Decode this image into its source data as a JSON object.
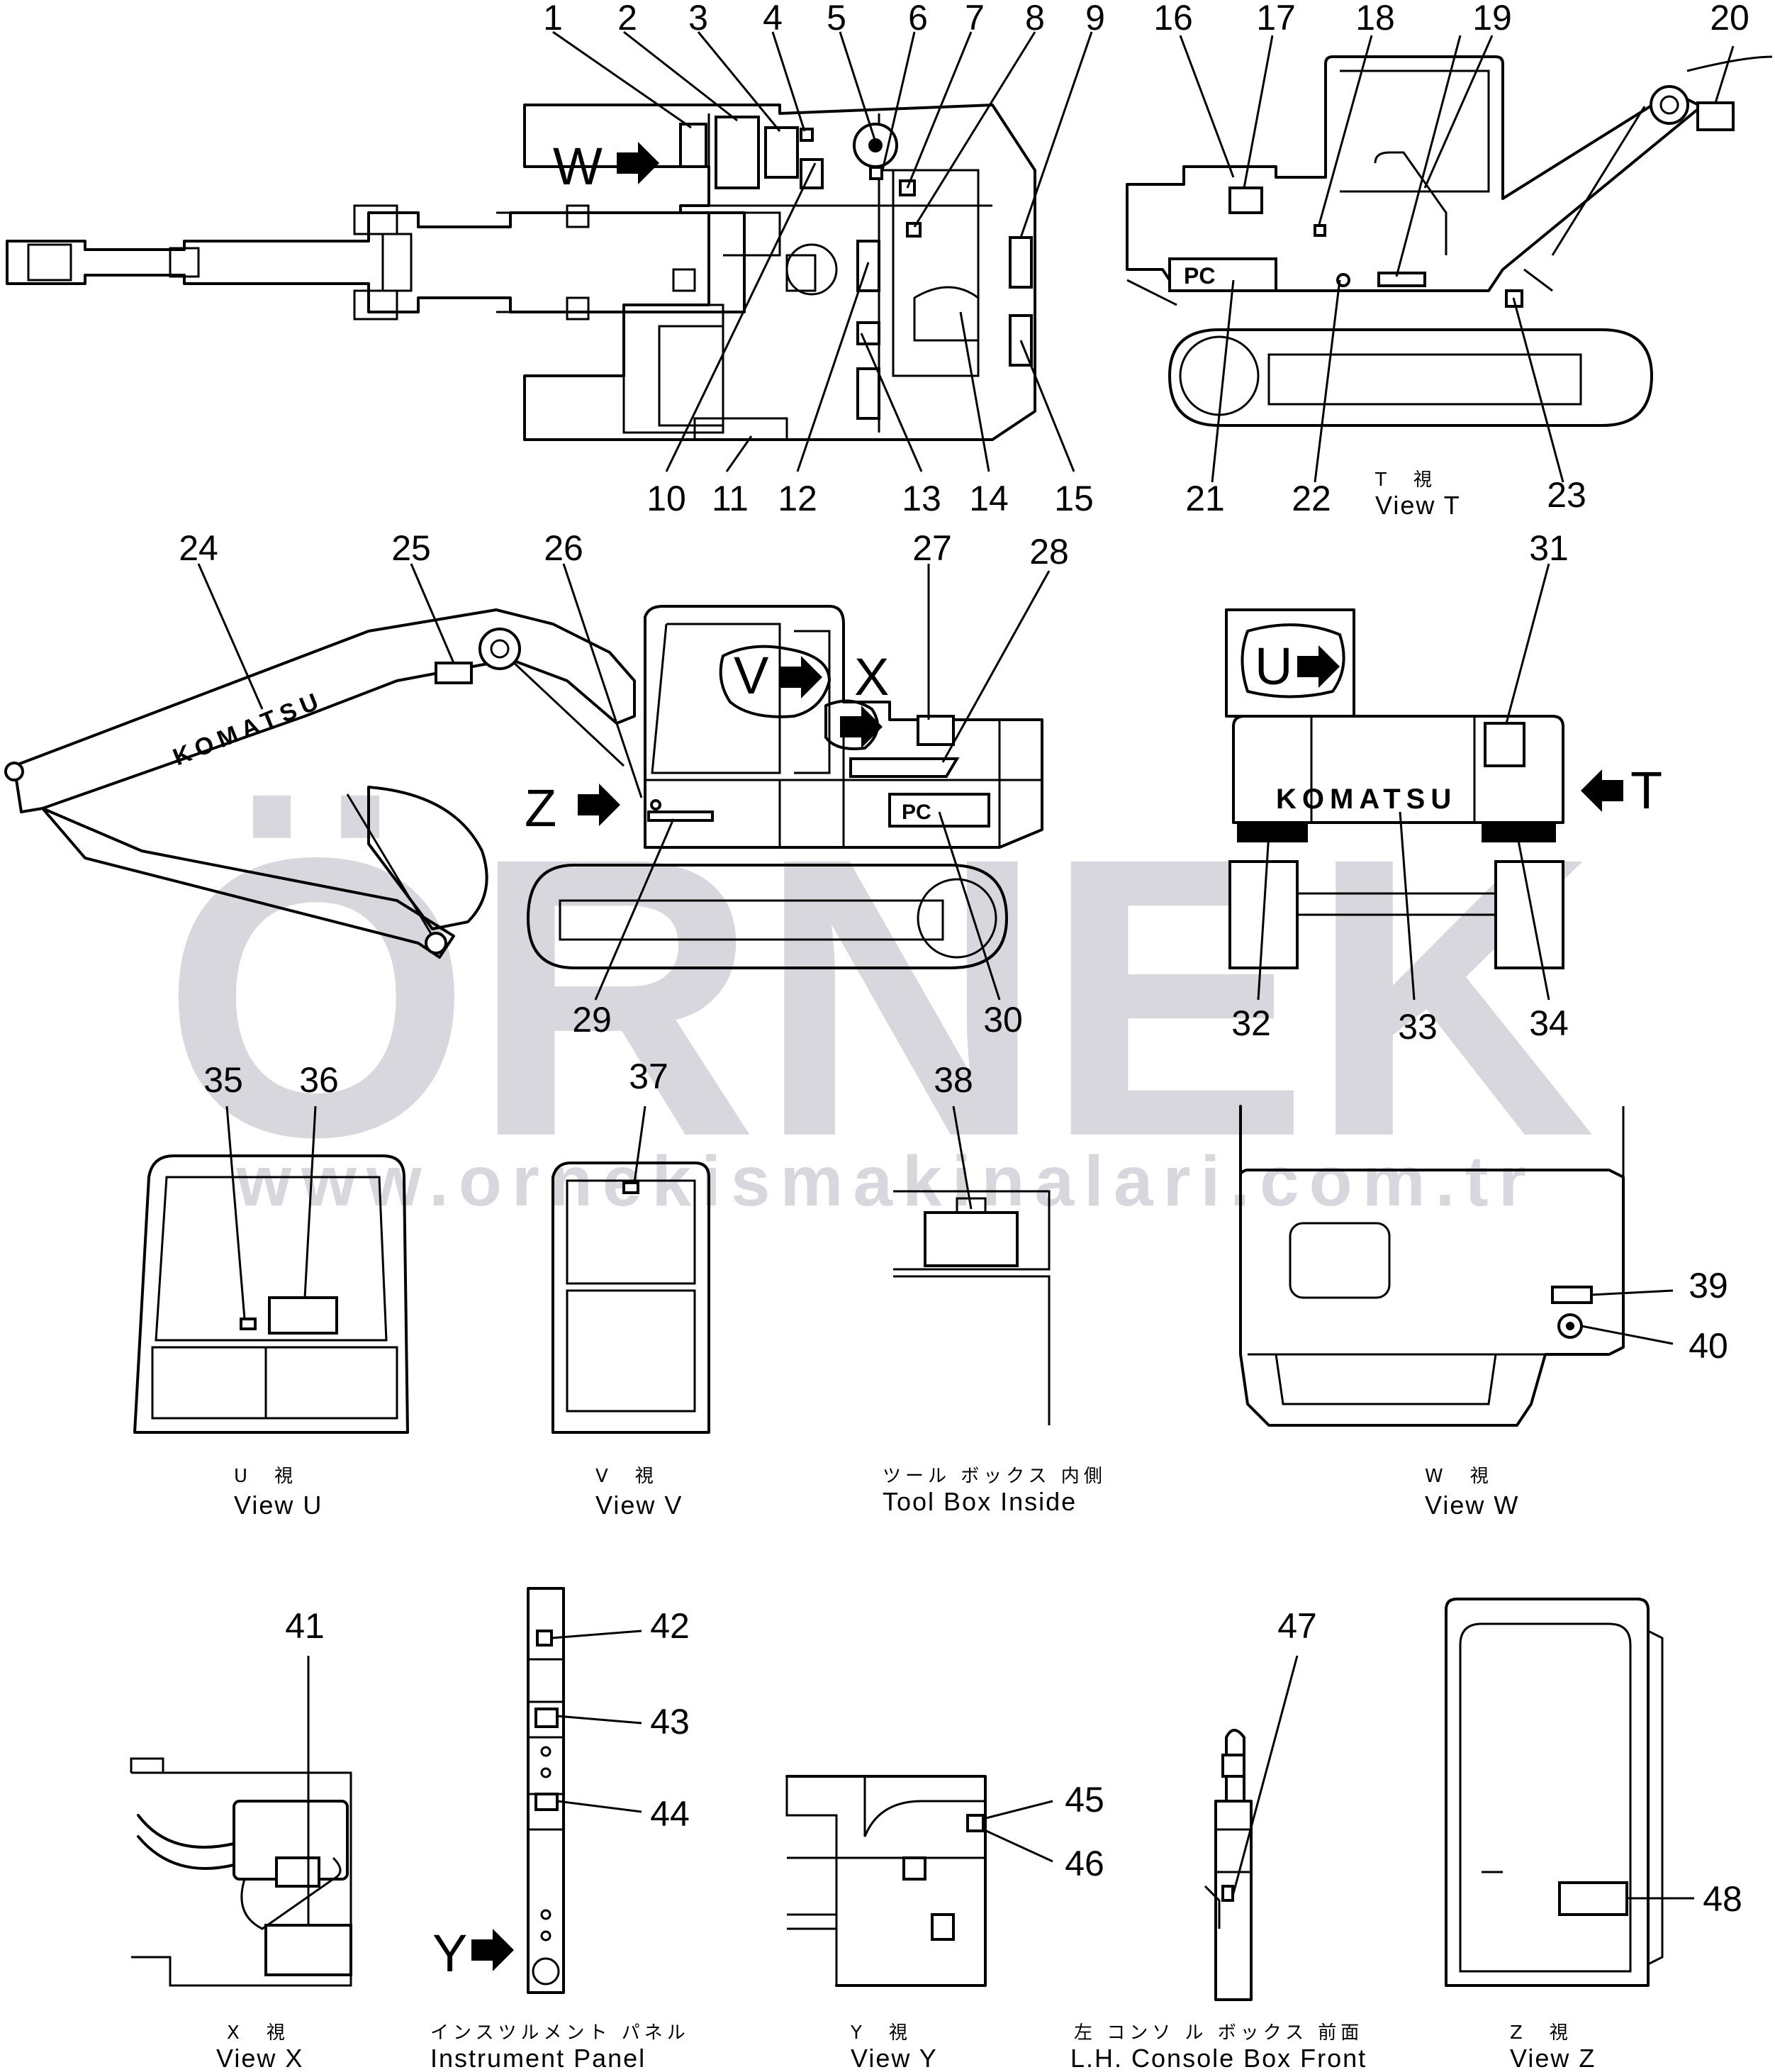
{
  "callouts": [
    "1",
    "2",
    "3",
    "4",
    "5",
    "6",
    "7",
    "8",
    "9",
    "10",
    "11",
    "12",
    "13",
    "14",
    "15",
    "16",
    "17",
    "18",
    "19",
    "20",
    "21",
    "22",
    "23",
    "24",
    "25",
    "26",
    "27",
    "28",
    "29",
    "30",
    "31",
    "32",
    "33",
    "34",
    "35",
    "36",
    "37",
    "38",
    "39",
    "40",
    "41",
    "42",
    "43",
    "44",
    "45",
    "46",
    "47",
    "48"
  ],
  "views": {
    "t": {
      "jp": "T　視",
      "en": "View T"
    },
    "u": {
      "jp": "U　視",
      "en": "View U"
    },
    "v": {
      "jp": "V　視",
      "en": "View V"
    },
    "toolbox": {
      "jp": "ツール ボックス 内側",
      "en": "Tool Box Inside"
    },
    "w": {
      "jp": "W　視",
      "en": "View W"
    },
    "x": {
      "jp": "X　視",
      "en": "View X"
    },
    "instrument": {
      "jp": "インスツルメント パネル",
      "en": "Instrument Panel"
    },
    "y": {
      "jp": "Y　視",
      "en": "View Y"
    },
    "console": {
      "jp": "左 コンソ ル ボックス 前面",
      "en": "L.H. Console Box Front"
    },
    "z": {
      "jp": "Z　視",
      "en": "View Z"
    }
  },
  "arrow_labels": {
    "w": "W",
    "v": "V",
    "x": "X",
    "z": "Z",
    "u": "U",
    "t": "T",
    "y": "Y"
  },
  "brand_text": "KOMATSU",
  "model_plate_text": "PC",
  "watermark": {
    "logo": "ÖRNEK",
    "url": "www.ornekismakinalari.com.tr"
  }
}
